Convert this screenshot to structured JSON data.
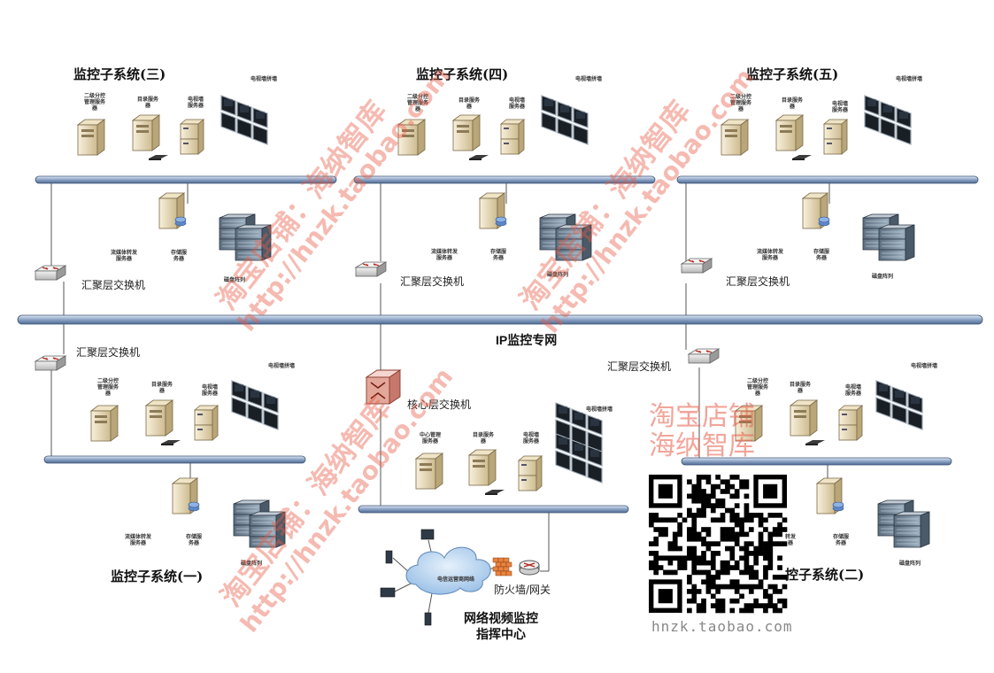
{
  "subsystems": {
    "s3": {
      "title": "监控子系统(三)",
      "switch": "汇聚层交换机",
      "wall": "电视墙拼墙",
      "srv1": "二级分控\n管理服务\n器",
      "srv2": "目录服务\n器",
      "srv3": "电视墙\n服务器",
      "media": "流媒体转发\n服务器",
      "storage": "存储服\n务器",
      "array": "磁盘阵列"
    },
    "s4": {
      "title": "监控子系统(四)",
      "switch": "汇聚层交换机",
      "wall": "电视墙拼墙",
      "srv1": "二级分控\n管理服务\n器",
      "srv2": "目录服务\n器",
      "srv3": "电视墙\n服务器",
      "media": "流媒体转发\n服务器",
      "storage": "存储服\n务器",
      "array": "磁盘阵列"
    },
    "s5": {
      "title": "监控子系统(五)",
      "switch": "汇聚层交换机",
      "wall": "电视墙拼墙",
      "srv1": "二级分控\n管理服务\n器",
      "srv2": "目录服务\n器",
      "srv3": "电视墙\n服务器",
      "media": "流媒体转发\n服务器",
      "storage": "存储服\n务器",
      "array": "磁盘阵列"
    },
    "s1": {
      "title": "监控子系统(一)",
      "switch": "汇聚层交换机",
      "wall": "电视墙拼墙",
      "srv1": "二级分控\n管理服务\n器",
      "srv2": "目录服务\n器",
      "srv3": "电视墙\n服务器",
      "media": "流媒体转发\n服务器",
      "storage": "存储服\n务器",
      "array": "磁盘阵列"
    },
    "s2": {
      "title": "控子系统(二)",
      "switch": "汇聚层交换机",
      "wall": "电视墙拼墙",
      "srv1": "二级分控\n管理服务\n器",
      "srv2": "目录服务\n器",
      "srv3": "电视墙\n服务器",
      "media": "转发\n器",
      "storage": "存储服\n务器",
      "array": "磁盘阵列"
    }
  },
  "backbone": {
    "label": "IP监控专网"
  },
  "core": {
    "switch": "核心层交换机",
    "srv1": "中心管理\n服务器",
    "srv2": "目录服务\n器",
    "srv3": "电视墙\n服务器",
    "wall": "电视墙拼墙"
  },
  "center": {
    "cloud": "电信运营商网络",
    "firewall": "防火墙/网关",
    "title_line1": "网络视频监控",
    "title_line2": "指挥中心"
  },
  "watermarks": {
    "shop": "淘宝店铺：海纳智库",
    "url": "http://hnzk.taobao.com",
    "qr_line1": "淘宝店铺",
    "qr_line2": "海纳智库",
    "qr_url": "hnzk.taobao.com"
  },
  "colors": {
    "bus": "#7d96b8",
    "line": "#555555",
    "watermark": "#e85a46"
  }
}
